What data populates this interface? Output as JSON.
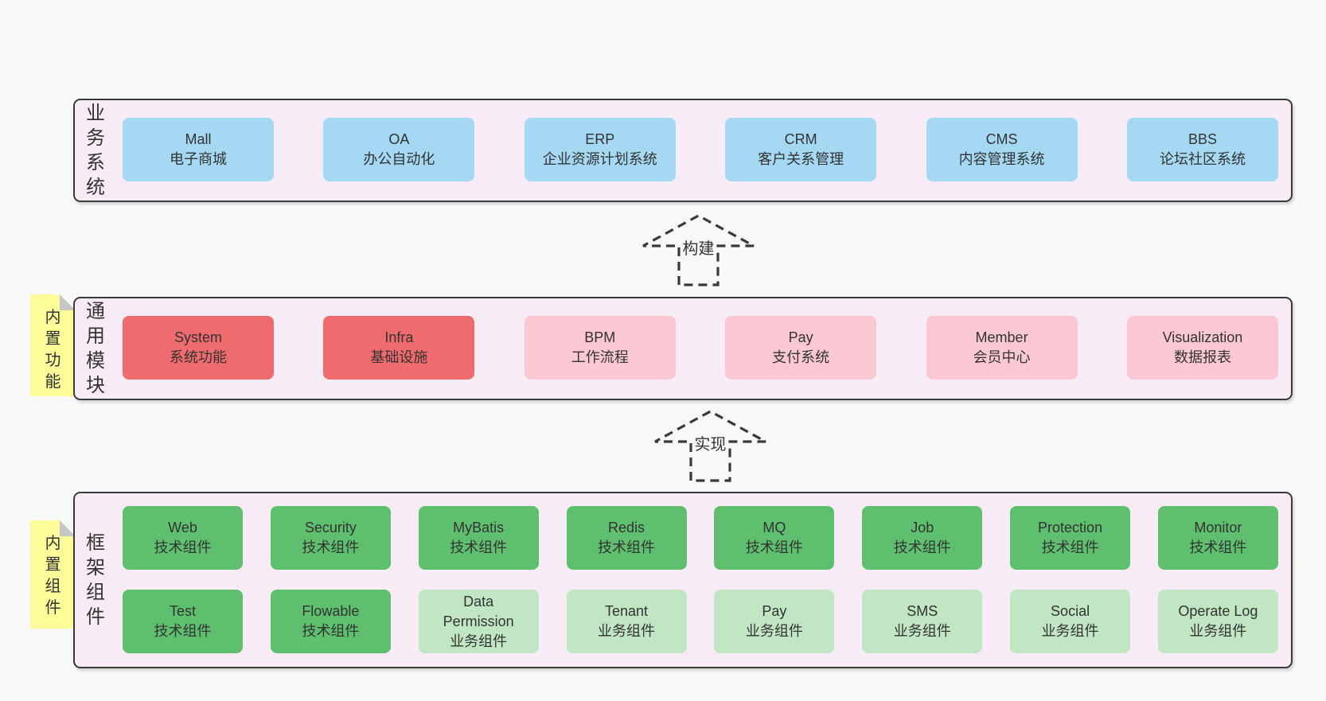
{
  "colors": {
    "background": "#f8f8f8",
    "container_fill": "#f7ecf5",
    "container_border": "#3a3a3a",
    "box_blue": "#a5d8f2",
    "box_red": "#ef6b6d",
    "box_pink": "#f9c8d2",
    "box_green": "#5ec06e",
    "box_light_green": "#c0e6c3",
    "sticky_yellow": "#fcfc99",
    "sticky_fold_gray": "#c6c6c6",
    "text": "#333333"
  },
  "arrows": [
    {
      "label": "构建"
    },
    {
      "label": "实现"
    }
  ],
  "layers": [
    {
      "name": "业务系统",
      "rows": [
        [
          {
            "en": "Mall",
            "zh": "电子商城",
            "variant": "blue"
          },
          {
            "en": "OA",
            "zh": "办公自动化",
            "variant": "blue"
          },
          {
            "en": "ERP",
            "zh": "企业资源计划系统",
            "variant": "blue"
          },
          {
            "en": "CRM",
            "zh": "客户关系管理",
            "variant": "blue"
          },
          {
            "en": "CMS",
            "zh": "内容管理系统",
            "variant": "blue"
          },
          {
            "en": "BBS",
            "zh": "论坛社区系统",
            "variant": "blue"
          }
        ]
      ]
    },
    {
      "name": "通用模块",
      "sticky": "内置功能",
      "rows": [
        [
          {
            "en": "System",
            "zh": "系统功能",
            "variant": "red"
          },
          {
            "en": "Infra",
            "zh": "基础设施",
            "variant": "red"
          },
          {
            "en": "BPM",
            "zh": "工作流程",
            "variant": "pink"
          },
          {
            "en": "Pay",
            "zh": "支付系统",
            "variant": "pink"
          },
          {
            "en": "Member",
            "zh": "会员中心",
            "variant": "pink"
          },
          {
            "en": "Visualization",
            "zh": "数据报表",
            "variant": "pink"
          }
        ]
      ]
    },
    {
      "name": "框架组件",
      "sticky": "内置组件",
      "rows": [
        [
          {
            "en": "Web",
            "zh": "技术组件",
            "variant": "green"
          },
          {
            "en": "Security",
            "zh": "技术组件",
            "variant": "green"
          },
          {
            "en": "MyBatis",
            "zh": "技术组件",
            "variant": "green"
          },
          {
            "en": "Redis",
            "zh": "技术组件",
            "variant": "green"
          },
          {
            "en": "MQ",
            "zh": "技术组件",
            "variant": "green"
          },
          {
            "en": "Job",
            "zh": "技术组件",
            "variant": "green"
          },
          {
            "en": "Protection",
            "zh": "技术组件",
            "variant": "green"
          },
          {
            "en": "Monitor",
            "zh": "技术组件",
            "variant": "green"
          }
        ],
        [
          {
            "en": "Test",
            "zh": "技术组件",
            "variant": "green"
          },
          {
            "en": "Flowable",
            "zh": "技术组件",
            "variant": "green"
          },
          {
            "en": "Data Permission",
            "zh": "业务组件",
            "variant": "lightgreen"
          },
          {
            "en": "Tenant",
            "zh": "业务组件",
            "variant": "lightgreen"
          },
          {
            "en": "Pay",
            "zh": "业务组件",
            "variant": "lightgreen"
          },
          {
            "en": "SMS",
            "zh": "业务组件",
            "variant": "lightgreen"
          },
          {
            "en": "Social",
            "zh": "业务组件",
            "variant": "lightgreen"
          },
          {
            "en": "Operate Log",
            "zh": "业务组件",
            "variant": "lightgreen"
          }
        ]
      ]
    }
  ]
}
